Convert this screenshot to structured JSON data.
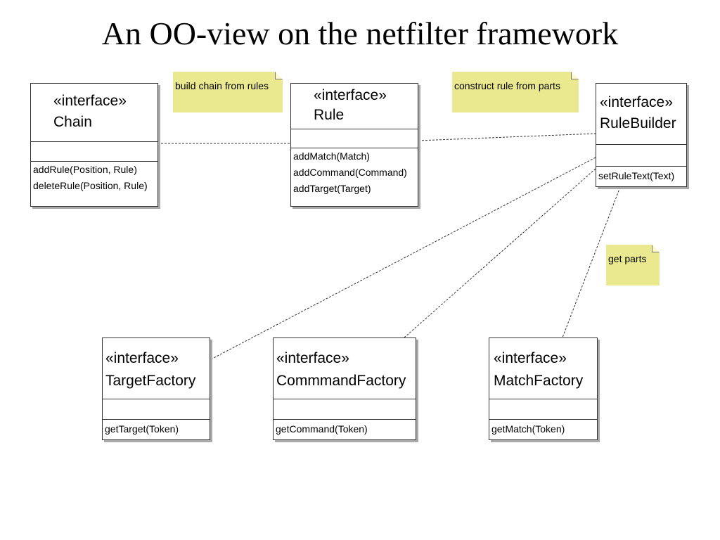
{
  "title": "An OO-view on the netfilter framework",
  "stereotype": "«interface»",
  "classes": {
    "chain": {
      "name": "Chain",
      "methods": [
        "addRule(Position, Rule)",
        "deleteRule(Position, Rule)"
      ]
    },
    "rule": {
      "name": "Rule",
      "methods": [
        "addMatch(Match)",
        "addCommand(Command)",
        "addTarget(Target)"
      ]
    },
    "rule_builder": {
      "name": "RuleBuilder",
      "methods": [
        "setRuleText(Text)"
      ]
    },
    "target_factory": {
      "name": "TargetFactory",
      "methods": [
        "getTarget(Token)"
      ]
    },
    "command_factory": {
      "name": "CommmandFactory",
      "methods": [
        "getCommand(Token)"
      ]
    },
    "match_factory": {
      "name": "MatchFactory",
      "methods": [
        "getMatch(Token)"
      ]
    }
  },
  "notes": {
    "build_chain": "build chain from rules",
    "construct_rule": "construct rule from parts",
    "get_parts": "get parts"
  },
  "colors": {
    "note_fill": "#ebe98f",
    "shadow": "#a9a9a9",
    "border": "#333333"
  }
}
